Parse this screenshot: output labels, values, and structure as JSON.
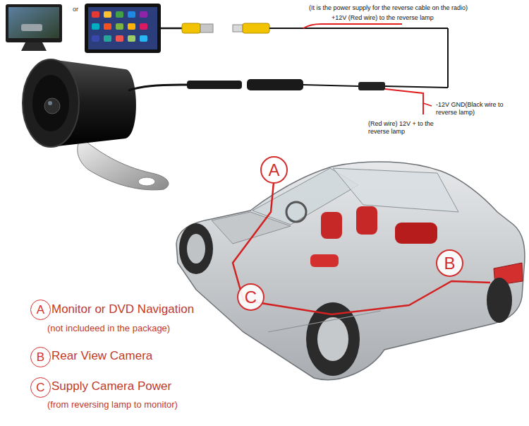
{
  "diagram": {
    "nodes": [
      {
        "text": [
          "A"
        ]
      },
      {
        "text": [
          "B"
        ]
      },
      {
        "text": [
          "C"
        ]
      },
      {
        "text": [
          "A"
        ]
      },
      {
        "text": [
          "B"
        ]
      },
      {
        "text": [
          "C"
        ]
      }
    ],
    "labels": [
      "or",
      "(It is the power supply for the reverse cable on the radio)",
      "+12V (Red wire) to the reverse lamp",
      "-12V GND(Black wire to reverse lamp)",
      "(Red wire) 12V + to the reverse lamp",
      "Monitor or DVD Navigation",
      "(not includeed in the package)",
      "Rear View Camera",
      "Supply Camera Power",
      "(from reversing lamp to monitor)"
    ]
  }
}
